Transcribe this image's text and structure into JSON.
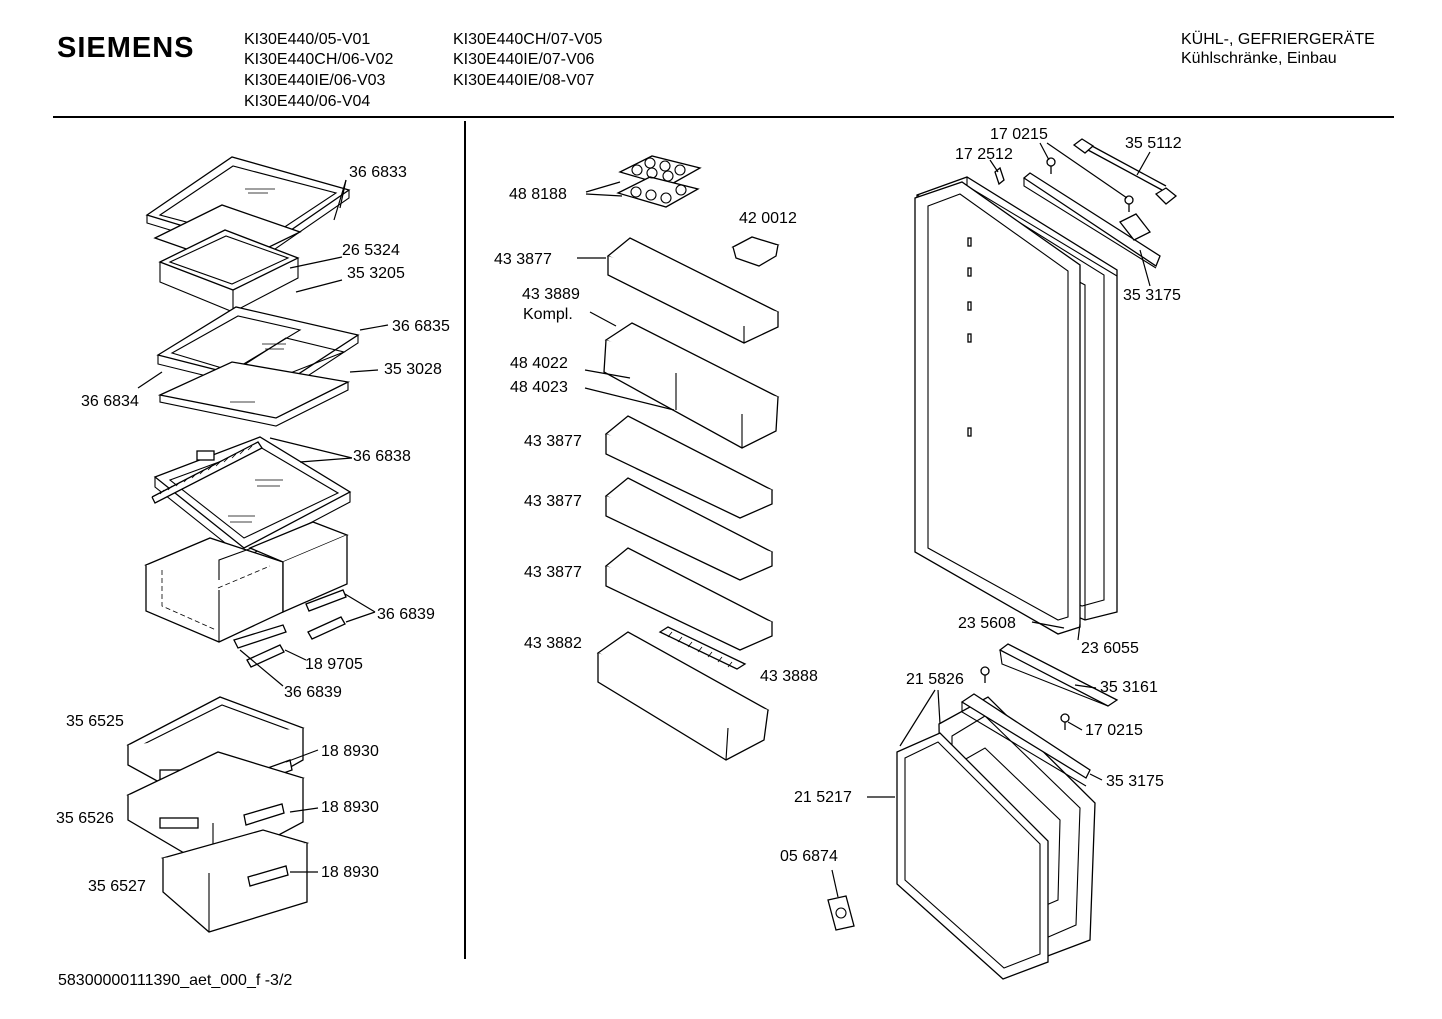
{
  "header": {
    "brand": "SIEMENS",
    "models_col1": [
      "KI30E440/05-V01",
      "KI30E440CH/06-V02",
      "KI30E440IE/06-V03",
      "KI30E440/06-V04"
    ],
    "models_col2": [
      "KI30E440CH/07-V05",
      "KI30E440IE/07-V06",
      "KI30E440IE/08-V07"
    ],
    "category_line1": "KÜHL-, GEFRIERGERÄTE",
    "category_line2": "Kühlschränke, Einbau"
  },
  "footer": {
    "doc_id": "58300000111390_aet_000_f  -3/2"
  },
  "part_labels": [
    "36 6833",
    "26 5324",
    "35 3205",
    "36 6835",
    "35 3028",
    "36 6834",
    "36 6838",
    "36 6839",
    "18 9705",
    "36 6839",
    "35 6525",
    "18 8930",
    "35 6526",
    "18 8930",
    "35 6527",
    "18 8930",
    "48 8188",
    "42 0012",
    "43 3877",
    "43 3889",
    "Kompl.",
    "48 4022",
    "48 4023",
    "43 3877",
    "43 3877",
    "43 3877",
    "43 3882",
    "43 3888",
    "17 0215",
    "17 2512",
    "35 5112",
    "35 3175",
    "23 5608",
    "23 6055",
    "21 5826",
    "35 3161",
    "17 0215",
    "35 3175",
    "21 5217",
    "05 6874"
  ]
}
